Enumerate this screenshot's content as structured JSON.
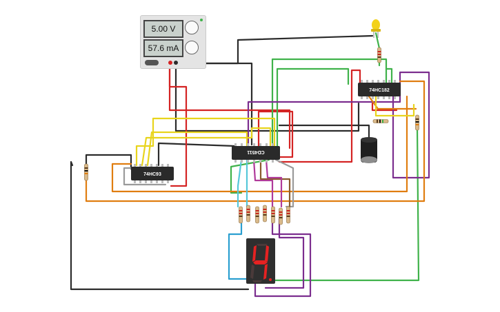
{
  "power_supply": {
    "voltage": "5.00 V",
    "current": "57.6 mA"
  },
  "chips": {
    "counter": "74HC93",
    "decoder": "CD4511",
    "shift": "74HC182"
  },
  "colors": {
    "red": "#d42323",
    "black": "#2b2b2b",
    "green": "#3fb24a",
    "purple": "#7b2d8e",
    "orange": "#e07d10",
    "yellow": "#e8d41c",
    "gray": "#9a9a9a",
    "blue": "#2a9fd0",
    "cyan": "#55c7d9",
    "brown": "#8a5a2b",
    "magenta": "#b03a9a"
  },
  "display": {
    "digit": "4",
    "segment_color": "#e52222"
  }
}
